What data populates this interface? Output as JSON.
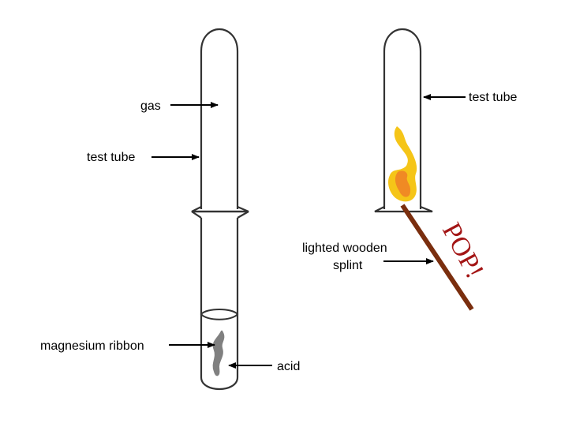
{
  "labels": {
    "gas": "gas",
    "test_tube_left": "test tube",
    "magnesium_ribbon": "magnesium ribbon",
    "acid": "acid",
    "test_tube_right": "test tube",
    "splint_line1": "lighted wooden",
    "splint_line2": "splint",
    "pop": "POP!"
  },
  "colors": {
    "outline": "#333333",
    "ribbon": "#808080",
    "flame_outer": "#f5c518",
    "flame_inner": "#f08a24",
    "splint": "#7a2e0e",
    "pop_text": "#a31515"
  }
}
